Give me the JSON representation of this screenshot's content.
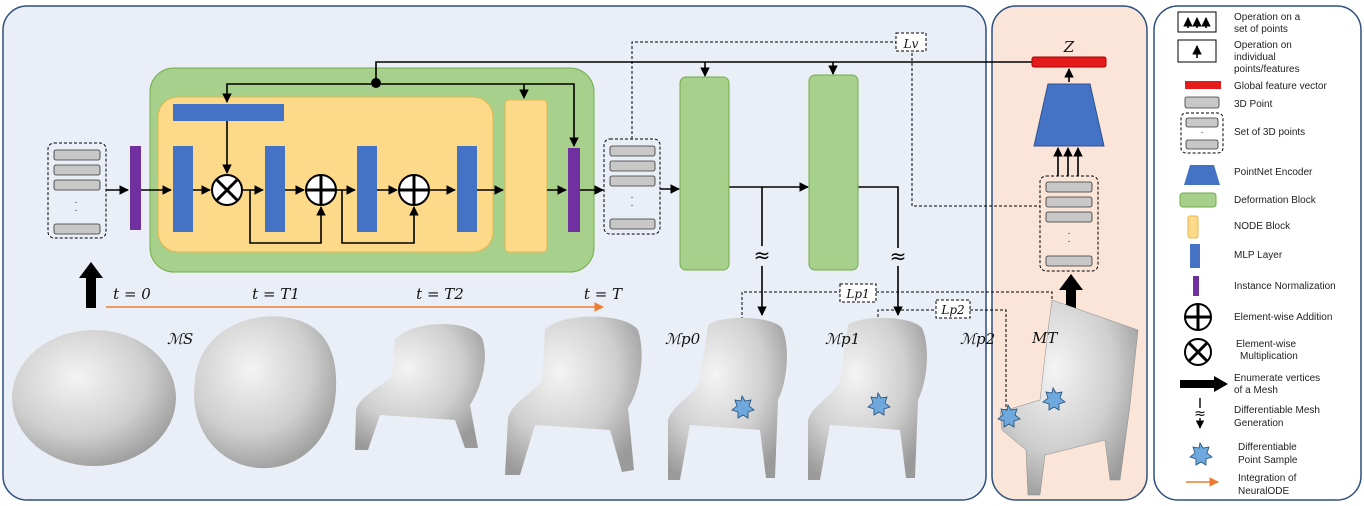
{
  "diagram": {
    "time_labels": [
      "t = 0",
      "t = T1",
      "t = T2",
      "t = T"
    ],
    "mesh_labels": {
      "source": "ℳS",
      "p0": "ℳp0",
      "p1": "ℳp1",
      "p2": "ℳp2",
      "target": "MT"
    },
    "loss_labels": {
      "lv": "Lv",
      "lp1": "Lp1",
      "lp2": "Lp2"
    },
    "latent_label": "Z",
    "approx_symbol": "≈",
    "dots": "·"
  },
  "legend": {
    "items": [
      {
        "label": "Operation on a set of points",
        "icon": "triple-up-arrow-box-icon"
      },
      {
        "label": "Operation on individual points/features",
        "icon": "single-up-arrow-box-icon"
      },
      {
        "label": "Global feature vector",
        "icon": "red-bar-icon"
      },
      {
        "label": "3D Point",
        "icon": "gray-point-icon"
      },
      {
        "label": "Set of 3D points",
        "icon": "point-set-icon"
      },
      {
        "label": "PointNet Encoder",
        "icon": "trapezoid-icon"
      },
      {
        "label": "Deformation Block",
        "icon": "green-block-icon"
      },
      {
        "label": "NODE Block",
        "icon": "yellow-block-icon"
      },
      {
        "label": "MLP Layer",
        "icon": "blue-rect-icon"
      },
      {
        "label": "Instance Normalization",
        "icon": "purple-bar-icon"
      },
      {
        "label": "Element-wise Addition",
        "icon": "plus-circle-icon"
      },
      {
        "label": "Element-wise Multiplication",
        "icon": "times-circle-icon"
      },
      {
        "label": "Enumerate vertices of a Mesh",
        "icon": "thick-arrow-icon"
      },
      {
        "label": "Differentiable Mesh Generation",
        "icon": "approx-arrow-icon"
      },
      {
        "label": "Differentiable Point Sample",
        "icon": "star-sample-icon"
      },
      {
        "label": "Integration of NeuralODE",
        "icon": "orange-arrow-icon"
      }
    ]
  },
  "colors": {
    "left_panel": "#eaeff7",
    "right_panel": "#fbe5d9",
    "deform_green": "#a8d08d",
    "node_yellow": "#fdd98a",
    "mlp_blue": "#4472c4",
    "norm_purple": "#7030a0",
    "global_red": "#e31b1b",
    "integration_orange": "#ed7d31"
  }
}
